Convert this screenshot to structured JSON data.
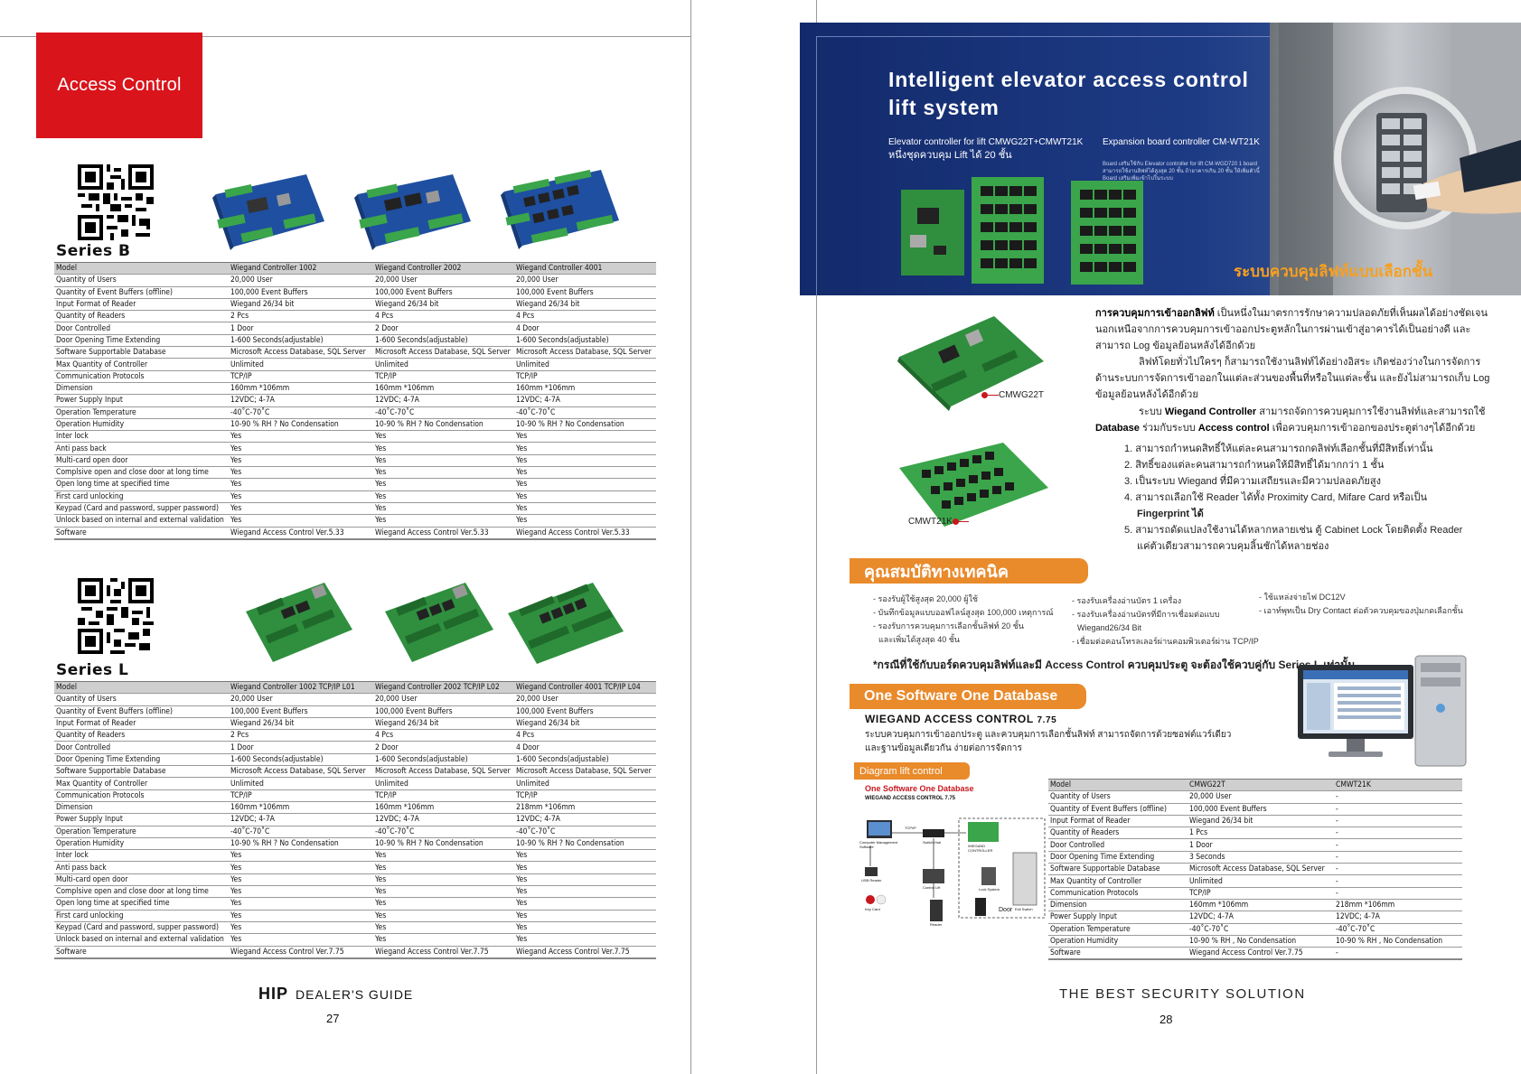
{
  "left_page": {
    "tab_label": "Access Control",
    "series_b": {
      "title": "Series B",
      "header": [
        "Model",
        "Wiegand Controller 1002",
        "Wiegand Controller 2002",
        "Wiegand Controller 4001"
      ],
      "rows": [
        [
          "Quantity of Users",
          "20,000 User",
          "20,000 User",
          "20,000 User"
        ],
        [
          "Quantity of Event Buffers (offline)",
          "100,000 Event Buffers",
          "100,000 Event Buffers",
          "100,000 Event Buffers"
        ],
        [
          "Input Format of Reader",
          "Wiegand 26/34 bit",
          "Wiegand 26/34 bit",
          "Wiegand 26/34 bit"
        ],
        [
          "Quantity of Readers",
          "2 Pcs",
          "4 Pcs",
          "4 Pcs"
        ],
        [
          "Door Controlled",
          "1 Door",
          "2 Door",
          "4 Door"
        ],
        [
          "Door Opening Time Extending",
          "1-600 Seconds(adjustable)",
          "1-600 Seconds(adjustable)",
          "1-600 Seconds(adjustable)"
        ],
        [
          "Software Supportable Database",
          "Microsoft Access Database, SQL Server",
          "Microsoft Access Database, SQL Server",
          "Microsoft Access Database, SQL Server"
        ],
        [
          "Max Quantity of Controller",
          "Unlimited",
          "Unlimited",
          "Unlimited"
        ],
        [
          "Communication Protocols",
          "TCP/IP",
          "TCP/IP",
          "TCP/IP"
        ],
        [
          "Dimension",
          "160mm *106mm",
          "160mm *106mm",
          "160mm *106mm"
        ],
        [
          "Power Supply Input",
          "12VDC; 4-7A",
          "12VDC; 4-7A",
          "12VDC; 4-7A"
        ],
        [
          "Operation Temperature",
          "-40˚C-70˚C",
          "-40˚C-70˚C",
          "-40˚C-70˚C"
        ],
        [
          "Operation Humidity",
          "10-90 % RH ? No Condensation",
          "10-90 % RH ? No Condensation",
          "10-90 % RH ? No Condensation"
        ],
        [
          "Inter lock",
          "Yes",
          "Yes",
          "Yes"
        ],
        [
          "Anti pass back",
          "Yes",
          "Yes",
          "Yes"
        ],
        [
          "Multi-card open door",
          "Yes",
          "Yes",
          "Yes"
        ],
        [
          "Complsive open and close door at long time",
          "Yes",
          "Yes",
          "Yes"
        ],
        [
          "Open long time at specified time",
          "Yes",
          "Yes",
          "Yes"
        ],
        [
          "First card unlocking",
          "Yes",
          "Yes",
          "Yes"
        ],
        [
          "Keypad (Card and password, supper password)",
          "Yes",
          "Yes",
          "Yes"
        ],
        [
          "Unlock based on internal and external validation",
          "Yes",
          "Yes",
          "Yes"
        ],
        [
          "Software",
          "Wiegand Access Control Ver.5.33",
          "Wiegand Access Control Ver.5.33",
          "Wiegand Access Control Ver.5.33"
        ]
      ]
    },
    "series_l": {
      "title": "Series L",
      "header": [
        "Model",
        "Wiegand Controller 1002 TCP/IP L01",
        "Wiegand Controller 2002 TCP/IP L02",
        "Wiegand Controller 4001 TCP/IP L04"
      ],
      "rows": [
        [
          "Quantity of Users",
          "20,000 User",
          "20,000 User",
          "20,000 User"
        ],
        [
          "Quantity of Event Buffers (offline)",
          "100,000 Event Buffers",
          "100,000 Event Buffers",
          "100,000 Event Buffers"
        ],
        [
          "Input Format of Reader",
          "Wiegand 26/34 bit",
          "Wiegand 26/34 bit",
          "Wiegand 26/34 bit"
        ],
        [
          "Quantity of Readers",
          "2 Pcs",
          "4 Pcs",
          "4 Pcs"
        ],
        [
          "Door Controlled",
          "1 Door",
          "2 Door",
          "4 Door"
        ],
        [
          "Door Opening Time Extending",
          "1-600 Seconds(adjustable)",
          "1-600 Seconds(adjustable)",
          "1-600 Seconds(adjustable)"
        ],
        [
          "Software Supportable Database",
          "Microsoft Access Database, SQL Server",
          "Microsoft Access Database, SQL Server",
          "Microsoft Access Database, SQL Server"
        ],
        [
          "Max Quantity of Controller",
          "Unlimited",
          "Unlimited",
          "Unlimited"
        ],
        [
          "Communication Protocols",
          "TCP/IP",
          "TCP/IP",
          "TCP/IP"
        ],
        [
          "Dimension",
          "160mm *106mm",
          "160mm *106mm",
          "218mm *106mm"
        ],
        [
          "Power Supply Input",
          "12VDC; 4-7A",
          "12VDC; 4-7A",
          "12VDC; 4-7A"
        ],
        [
          "Operation Temperature",
          "-40˚C-70˚C",
          "-40˚C-70˚C",
          "-40˚C-70˚C"
        ],
        [
          "Operation Humidity",
          "10-90 % RH ? No Condensation",
          "10-90 % RH ? No Condensation",
          "10-90 % RH ? No Condensation"
        ],
        [
          "Inter lock",
          "Yes",
          "Yes",
          "Yes"
        ],
        [
          "Anti pass back",
          "Yes",
          "Yes",
          "Yes"
        ],
        [
          "Multi-card open door",
          "Yes",
          "Yes",
          "Yes"
        ],
        [
          "Complsive open and close door at long time",
          "Yes",
          "Yes",
          "Yes"
        ],
        [
          "Open long time at specified time",
          "Yes",
          "Yes",
          "Yes"
        ],
        [
          "First card unlocking",
          "Yes",
          "Yes",
          "Yes"
        ],
        [
          "Keypad (Card and password, supper password)",
          "Yes",
          "Yes",
          "Yes"
        ],
        [
          "Unlock based on internal and external validation",
          "Yes",
          "Yes",
          "Yes"
        ],
        [
          "Software",
          "Wiegand Access Control Ver.7.75",
          "Wiegand Access Control Ver.7.75",
          "Wiegand Access Control Ver.7.75"
        ]
      ]
    },
    "footer_brand": "HIP",
    "footer_text": "DEALER'S GUIDE",
    "page_number": "27"
  },
  "right_page": {
    "banner": {
      "title_line1": "Intelligent elevator access control",
      "title_line2": "lift system",
      "sub_left_line1": "Elevator controller for lift CMWG22T+CMWT21K",
      "sub_left_line2": "หนึ่งชุดควบคุม Lift ได้ 20 ชั้น",
      "sub_right_line1": "Expansion board controller CM-WT21K",
      "sub_right_small": "Board เสริมใช้กับ Elevator controller for lift CM-WGD720 1 board สามารถใช้งานลิฟท์ได้สูงสุด 20 ชั้น ถ้าอาคารเกิน 20 ชั้น ให้เพิ่มตัวนี้ Board เสริมเพิ่มเข้าไปในระบบ",
      "thai_tag": "ระบบควบคุมลิฟท์แบบเลือกชั้น"
    },
    "intro": {
      "p1_bold": "การควบคุมการเข้าออกลิฟท์",
      "p1": " เป็นหนึ่งในมาตรการรักษาความปลอดภัยที่เห็นผลได้อย่างชัดเจนนอกเหนือจากการควบคุมการเข้าออกประตูหลักในการผ่านเข้าสู่อาคารได้เป็นอย่างดี และสามารถ Log ข้อมูลย้อนหลังได้อีกด้วย",
      "p2": "ลิฟท์โดยทั่วไปใครๆ ก็สามารถใช้งานลิฟท์ได้อย่างอิสระ เกิดช่องว่างในการจัดการด้านระบบการจัดการเข้าออกในแต่ละส่วนของพื้นที่หรือในแต่ละชั้น และยังไม่สามารถเก็บ Log ข้อมูลย้อนหลังได้อีกด้วย",
      "p3_a": "ระบบ ",
      "p3_b1": "Wiegand Controller",
      "p3_c": " สามารถจัดการควบคุมการใช้งานลิฟท์และสามารถใช้ ",
      "p3_b2": "Database",
      "p3_d": " ร่วมกับระบบ ",
      "p3_b3": "Access control",
      "p3_e": " เพื่อควบคุมการเข้าออกของประตูต่างๆได้อีกด้วย"
    },
    "list": [
      "1. สามารถกำหนดสิทธิ์ให้แต่ละคนสามารถกดลิฟท์เลือกชั้นที่มีสิทธิ์เท่านั้น",
      "2. สิทธิ์ของแต่ละคนสามารถกำหนดให้มีสิทธิ์ได้มากกว่า 1 ชั้น",
      "3. เป็นระบบ Wiegand ที่มีความเสถียรและมีความปลอดภัยสูง",
      "4. สามารถเลือกใช้ Reader ได้ทั้ง Proximity Card, Mifare Card หรือเป็น",
      "Fingerprint ได้",
      "5. สามารถดัดแปลงใช้งานได้หลากหลายเช่น ตู้ Cabinet Lock โดยติดตั้ง Reader",
      "แค่ตัวเดียวสามารถควบคุมลิ้นชักได้หลายช่อง"
    ],
    "board_labels": {
      "top": "CMWG22T",
      "bottom": "CMWT21K"
    },
    "tech_banner": "คุณสมบัติทางเทคนิค",
    "features": {
      "col1": [
        "- รองรับผู้ใช้สูงสุด 20,000 ผู้ใช้",
        "- บันทึกข้อมูลแบบออฟไลน์สูงสุด 100,000 เหตุการณ์",
        "- รองรับการควบคุมการเลือกชั้นลิฟท์ 20 ชั้น",
        "  และเพิ่มได้สูงสุด 40 ชั้น"
      ],
      "col2": [
        "- รองรับเครื่องอ่านบัตร 1 เครื่อง",
        "- รองรับเครื่องอ่านบัตรที่มีการเชื่อมต่อแบบ",
        "  Wiegand26/34 Bit",
        "- เชื่อมต่อคอนโทรลเลอร์ผ่านคอมพิวเตอร์ผ่าน TCP/IP"
      ],
      "col3": [
        "- ใช้แหล่งจ่ายไฟ DC12V",
        "- เอาท์พุทเป็น Dry Contact ต่อตัวควบคุมของปุ่มกดเลือกชั้น"
      ]
    },
    "note": "*กรณีที่ใช้กับบอร์ดควบคุมลิฟท์และมี Access Control ควบคุมประตู จะต้องใช้ควบคู่กับ Series L เท่านั้น",
    "software_banner": "One Software One Database",
    "software_title": "WIEGAND ACCESS CONTROL",
    "software_version": "7.75",
    "software_desc_line1": "ระบบควบคุมการเข้าออกประตู และควบคุมการเลือกชั้นลิฟท์  สามารถจัดการด้วยซอฟต์แวร์เดียว",
    "software_desc_line2": "และฐานข้อมูลเดียวกัน ง่ายต่อการจัดการ",
    "diagram_banner": "Diagram lift control",
    "diagram_title_red": "One Software One Database",
    "diagram_title_black": "WIEGAND ACCESS CONTROL 7.75",
    "diagram_labels": [
      "Computer Management Software",
      "Switch Hub",
      "TCP/IP",
      "WIEGAND CONTROLLER",
      "USB Reader",
      "Control Lift",
      "Lock System",
      "Exit Switch",
      "Key Card",
      "Reader",
      "Door"
    ],
    "lift_table": {
      "header": [
        "Model",
        "CMWG22T",
        "CMWT21K"
      ],
      "rows": [
        [
          "Quantity of Users",
          "20,000 User",
          "-"
        ],
        [
          "Quantity of Event Buffers (offline)",
          "100,000 Event Buffers",
          "-"
        ],
        [
          "Input Format of Reader",
          "Wiegand 26/34 bit",
          "-"
        ],
        [
          "Quantity of Readers",
          "1 Pcs",
          "-"
        ],
        [
          "Door Controlled",
          "1 Door",
          "-"
        ],
        [
          "Door Opening Time Extending",
          "3 Seconds",
          "-"
        ],
        [
          "Software Supportable Database",
          "Microsoft Access Database, SQL Server",
          "-"
        ],
        [
          "Max Quantity of Controller",
          "Unlimited",
          "-"
        ],
        [
          "Communication Protocols",
          "TCP/IP",
          "-"
        ],
        [
          "Dimension",
          "160mm *106mm",
          "218mm *106mm"
        ],
        [
          "Power Supply Input",
          "12VDC; 4-7A",
          "12VDC; 4-7A"
        ],
        [
          "Operation Temperature",
          "-40˚C-70˚C",
          "-40˚C-70˚C"
        ],
        [
          "Operation Humidity",
          "10-90 % RH , No Condensation",
          "10-90 % RH , No Condensation"
        ],
        [
          "Software",
          "Wiegand Access Control Ver.7.75",
          "-"
        ]
      ]
    },
    "footer_text": "THE BEST SECURITY SOLUTION",
    "page_number": "28"
  },
  "colors": {
    "accent_red": "#d9141b",
    "orange": "#e98a2b",
    "banner_blue": "#1d3b85",
    "board_green": "#2f8f3e",
    "board_blue": "#1f4fa0"
  }
}
